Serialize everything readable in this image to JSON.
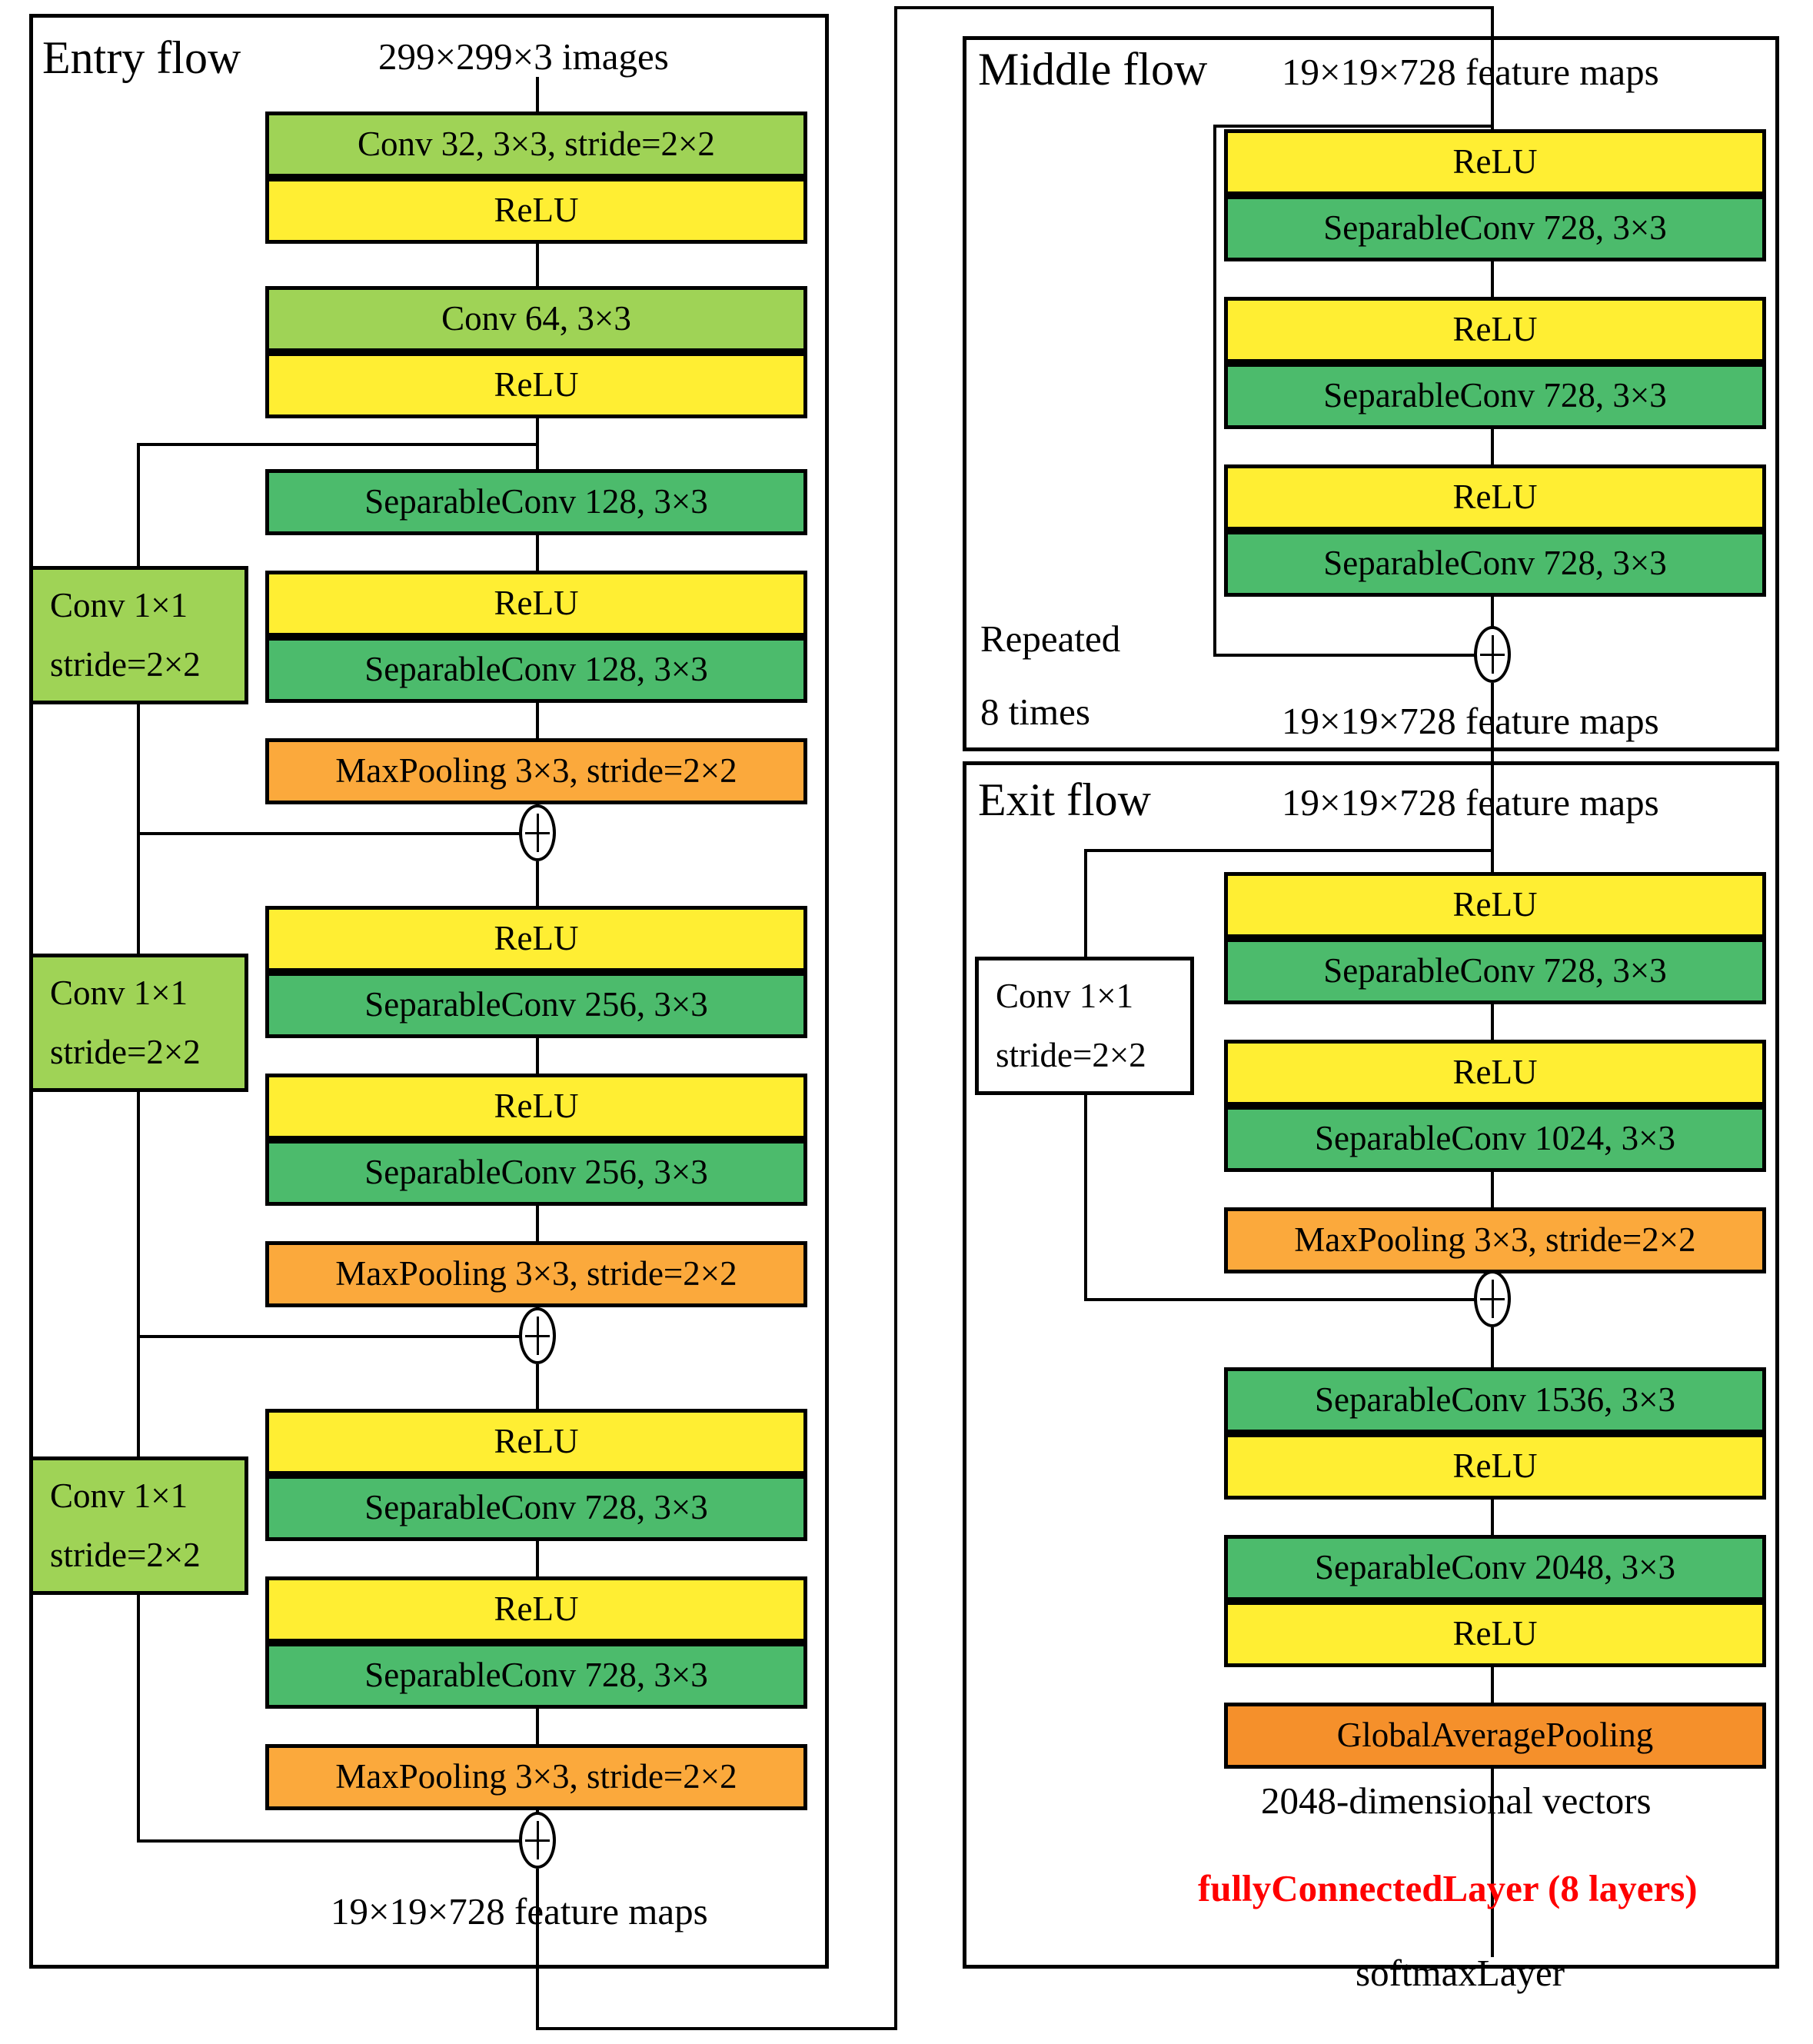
{
  "diagram": {
    "title": "Xception architecture (Entry / Middle / Exit flow)",
    "colors": {
      "conv": "#9FD356",
      "relu": "#FFEE33",
      "separable_conv": "#4CBB6C",
      "maxpool": "#FBA93C",
      "global_avg_pool": "#F5902B",
      "plain": "#FFFFFF",
      "highlight_text": "#FF0000",
      "stroke": "#000000"
    }
  },
  "entry_flow": {
    "title": "Entry flow",
    "input_label": "299×299×3 images",
    "output_label": "19×19×728 feature maps",
    "blocks": [
      {
        "label": "Conv 32, 3×3,   stride=2×2",
        "kind": "conv"
      },
      {
        "label": "ReLU",
        "kind": "relu"
      },
      {
        "label": "Conv 64, 3×3",
        "kind": "conv"
      },
      {
        "label": "ReLU",
        "kind": "relu"
      },
      {
        "label": "SeparableConv 128, 3×3",
        "kind": "sepconv"
      },
      {
        "label": "ReLU",
        "kind": "relu"
      },
      {
        "label": "SeparableConv 128, 3×3",
        "kind": "sepconv"
      },
      {
        "label": "MaxPooling 3×3, stride=2×2",
        "kind": "pool"
      },
      {
        "label": "ReLU",
        "kind": "relu"
      },
      {
        "label": "SeparableConv 256, 3×3",
        "kind": "sepconv"
      },
      {
        "label": "ReLU",
        "kind": "relu"
      },
      {
        "label": "SeparableConv 256, 3×3",
        "kind": "sepconv"
      },
      {
        "label": "MaxPooling 3×3, stride=2×2",
        "kind": "pool"
      },
      {
        "label": "ReLU",
        "kind": "relu"
      },
      {
        "label": "SeparableConv 728, 3×3",
        "kind": "sepconv"
      },
      {
        "label": "ReLU",
        "kind": "relu"
      },
      {
        "label": "SeparableConv 728, 3×3",
        "kind": "sepconv"
      },
      {
        "label": "MaxPooling 3×3, stride=2×2",
        "kind": "pool"
      }
    ],
    "residuals": [
      {
        "line1": "Conv 1×1",
        "line2": "stride=2×2",
        "kind": "conv"
      },
      {
        "line1": "Conv 1×1",
        "line2": "stride=2×2",
        "kind": "conv"
      },
      {
        "line1": "Conv 1×1",
        "line2": "stride=2×2",
        "kind": "conv"
      }
    ]
  },
  "middle_flow": {
    "title": "Middle flow",
    "input_label": "19×19×728 feature maps",
    "output_label": "19×19×728 feature maps",
    "repeat_line1": "Repeated",
    "repeat_line2": "8 times",
    "blocks": [
      {
        "label": "ReLU",
        "kind": "relu"
      },
      {
        "label": "SeparableConv 728, 3×3",
        "kind": "sepconv"
      },
      {
        "label": "ReLU",
        "kind": "relu"
      },
      {
        "label": "SeparableConv 728, 3×3",
        "kind": "sepconv"
      },
      {
        "label": "ReLU",
        "kind": "relu"
      },
      {
        "label": "SeparableConv 728, 3×3",
        "kind": "sepconv"
      }
    ]
  },
  "exit_flow": {
    "title": "Exit flow",
    "input_label": "19×19×728 feature maps",
    "vector_label": "2048-dimensional vectors",
    "fc_label": "fullyConnectedLayer (8 layers)",
    "softmax_label": "softmaxLayer",
    "residual": {
      "line1": "Conv 1×1",
      "line2": "stride=2×2",
      "kind": "plain"
    },
    "blocks": [
      {
        "label": "ReLU",
        "kind": "relu"
      },
      {
        "label": "SeparableConv 728, 3×3",
        "kind": "sepconv"
      },
      {
        "label": "ReLU",
        "kind": "relu"
      },
      {
        "label": "SeparableConv 1024, 3×3",
        "kind": "sepconv"
      },
      {
        "label": "MaxPooling 3×3, stride=2×2",
        "kind": "pool"
      },
      {
        "label": "SeparableConv 1536, 3×3",
        "kind": "sepconv"
      },
      {
        "label": "ReLU",
        "kind": "relu"
      },
      {
        "label": "SeparableConv 2048, 3×3",
        "kind": "sepconv"
      },
      {
        "label": "ReLU",
        "kind": "relu"
      },
      {
        "label": "GlobalAveragePooling",
        "kind": "gap"
      }
    ]
  }
}
